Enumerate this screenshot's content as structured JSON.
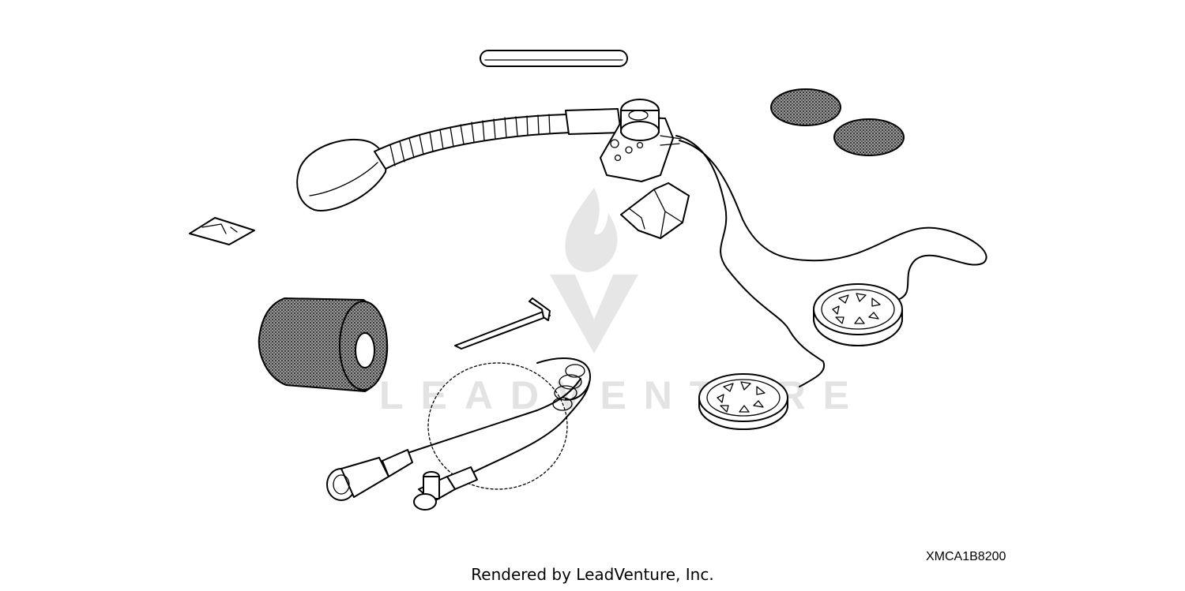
{
  "diagram": {
    "reference_code": "XMCA1B8200",
    "watermark": "LEADVENTURE",
    "footer": "Rendered by LeadVenture, Inc."
  },
  "icons": {
    "watermark_logo": "flame-v-logo-icon"
  }
}
